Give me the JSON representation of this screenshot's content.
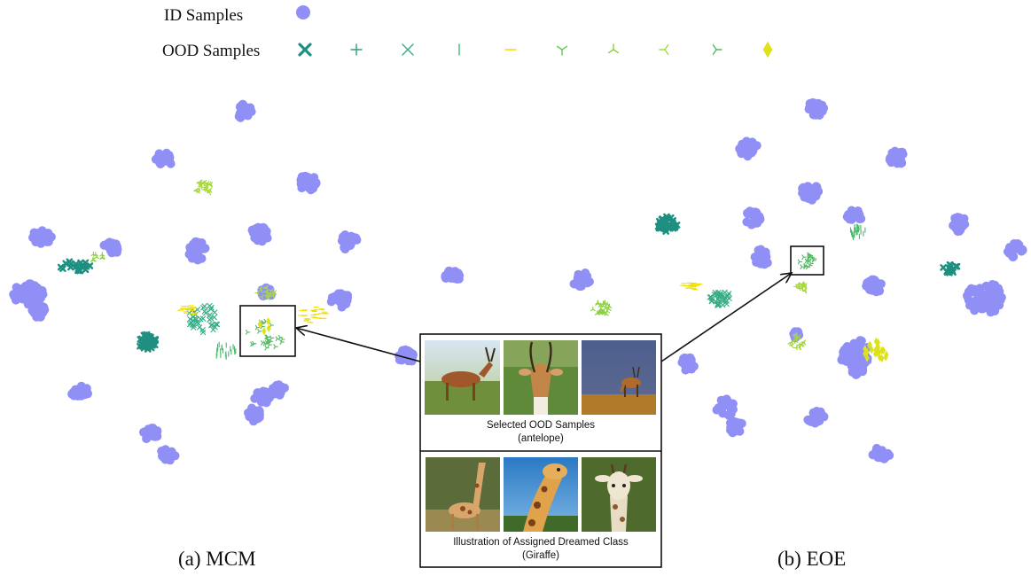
{
  "legend": {
    "id_label": "ID Samples",
    "ood_label": "OOD Samples",
    "id_color": "#8f8ff6",
    "ood_markers": [
      {
        "icon": "thick-x-icon",
        "color": "#1e8f80"
      },
      {
        "icon": "plus-icon",
        "color": "#2aa080"
      },
      {
        "icon": "x-icon",
        "color": "#37ad84"
      },
      {
        "icon": "vline-icon",
        "color": "#46bb6a"
      },
      {
        "icon": "hline-icon",
        "color": "#f0e000"
      },
      {
        "icon": "tri-down-icon",
        "color": "#62c554"
      },
      {
        "icon": "tri-up-icon",
        "color": "#88d03c"
      },
      {
        "icon": "tri-left-icon",
        "color": "#a6d83a"
      },
      {
        "icon": "tri-right-icon",
        "color": "#4fba5e"
      },
      {
        "icon": "diamond-icon",
        "color": "#dde21c"
      }
    ]
  },
  "captions": {
    "left": "(a)  MCM",
    "right": "(b) EOE"
  },
  "inset": {
    "top_caption_line1": "Selected OOD Samples",
    "top_caption_line2": "(antelope)",
    "bottom_caption_line1": "Illustration of Assigned Dreamed Class",
    "bottom_caption_line2": "(Giraffe)",
    "top_images": [
      "antelope-grassland-image",
      "antelope-closeup-image",
      "antelope-sunset-image"
    ],
    "bottom_images": [
      "giraffe-full-image",
      "giraffe-sky-image",
      "giraffe-head-image"
    ]
  }
}
